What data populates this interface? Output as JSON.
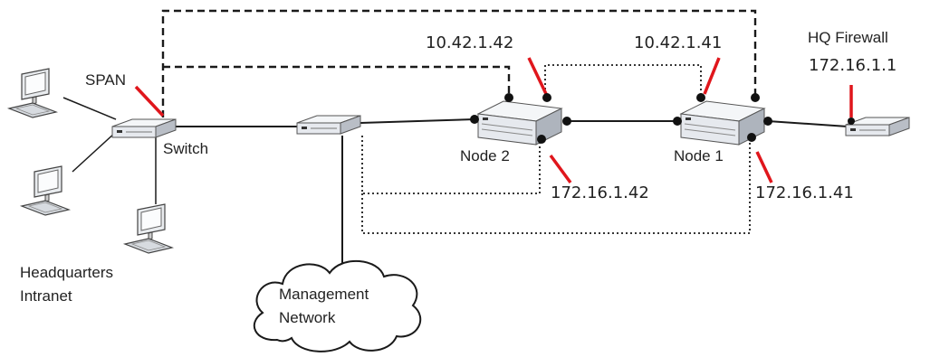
{
  "labels": {
    "span": "SPAN",
    "switch": "Switch",
    "hq_intranet_line1": "Headquarters",
    "hq_intranet_line2": "Intranet",
    "management_line1": "Management",
    "management_line2": "Network",
    "node2": "Node 2",
    "node1": "Node 1",
    "firewall_title": "HQ Firewall"
  },
  "ips": {
    "node2_mgmt": "10.42.1.42",
    "node1_mgmt": "10.42.1.41",
    "node2_data": "172.16.1.42",
    "node1_data": "172.16.1.41",
    "firewall": "172.16.1.1"
  },
  "colors": {
    "accent": "#e0161c",
    "line": "#1a1a1a",
    "device_face": "#e6e9ee",
    "device_side": "#b9bec6"
  },
  "icons": [
    "computer-icon",
    "switch-icon",
    "server-icon",
    "cloud-icon",
    "firewall-icon"
  ]
}
